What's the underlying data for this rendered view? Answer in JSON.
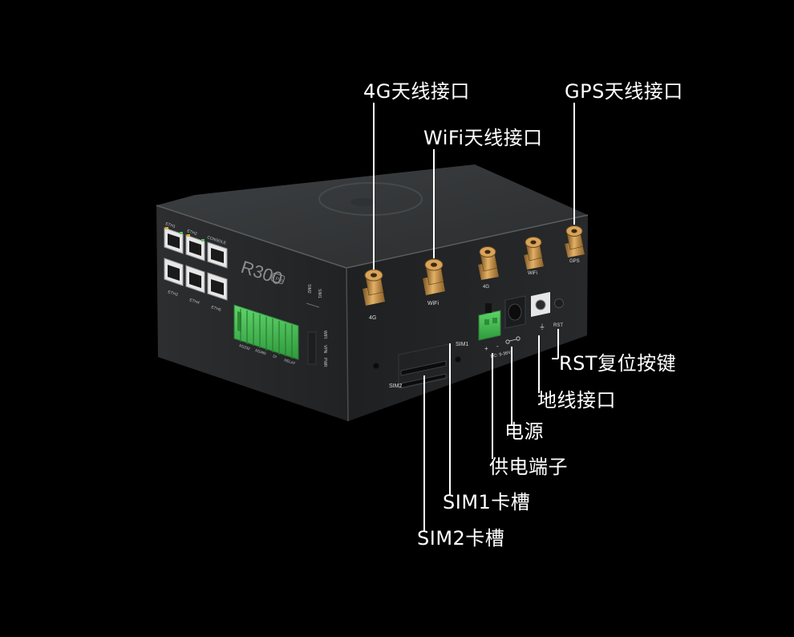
{
  "callouts": {
    "antenna_4g": "4G天线接口",
    "antenna_wifi": "WiFi天线接口",
    "antenna_gps": "GPS天线接口",
    "rst_button": "RST复位按键",
    "ground": "地线接口",
    "power": "电源",
    "power_terminal": "供电端子",
    "sim1_slot": "SIM1卡槽",
    "sim2_slot": "SIM2卡槽"
  },
  "device": {
    "model": "R300",
    "model_badge": "Pro",
    "back_panel": {
      "antenna_4g_a": "4G",
      "antenna_wifi_a": "WiFi",
      "antenna_4g_b": "4G",
      "antenna_wifi_b": "WiFi",
      "antenna_gps": "GPS",
      "sim1": "SIM1",
      "sim2": "SIM2",
      "rst": "RST",
      "dc_plus": "+",
      "dc_minus": "-",
      "dc_range": "DC: 9-36V"
    },
    "front_panel": {
      "port_eth_1": "ETH1",
      "port_eth_2": "ETH2",
      "port_console": "CONSOLE",
      "port_eth_3": "ETH3",
      "port_eth_4": "ETH4",
      "port_eth_5": "ETH5",
      "sim_side": "SIM1",
      "sim_side_2": "SIM2",
      "terminal_labels": [
        "RS232",
        "RS485",
        "DI",
        "RELAY"
      ],
      "led_labels": [
        "WIFI",
        "VPN",
        "PWR"
      ]
    }
  }
}
